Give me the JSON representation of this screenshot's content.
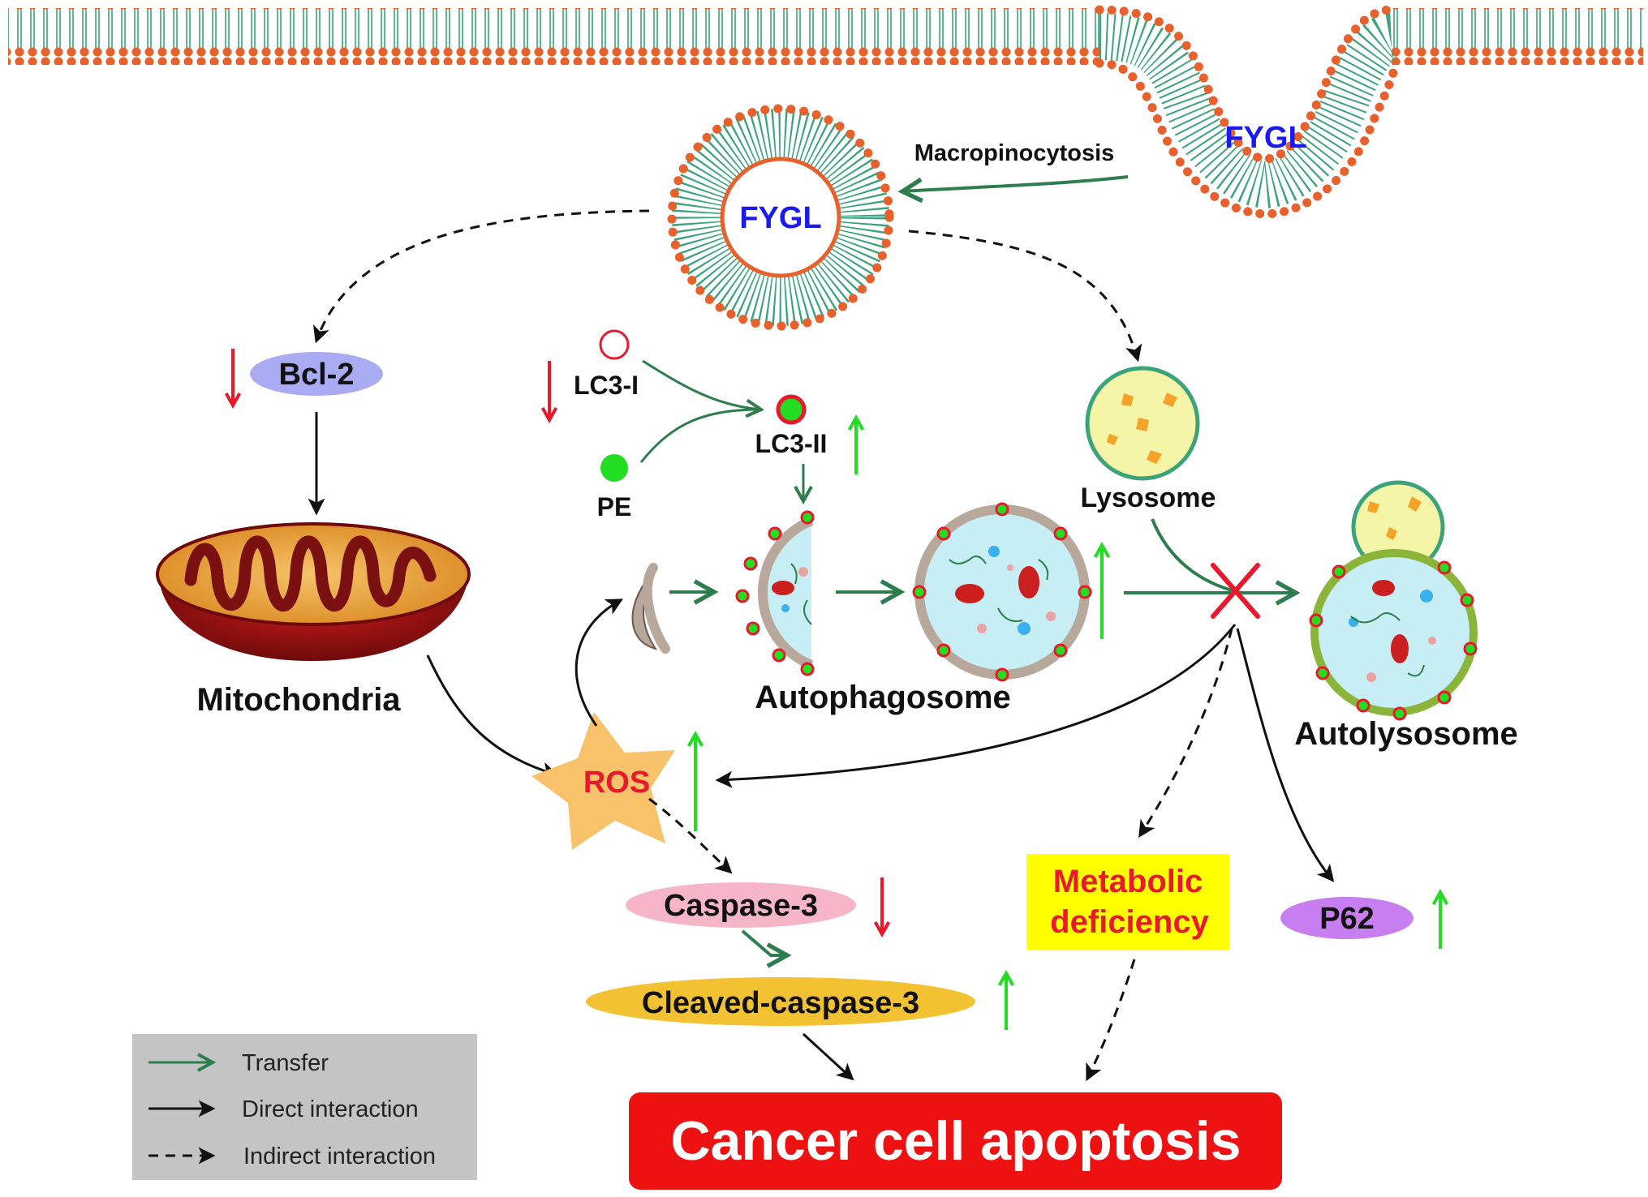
{
  "labels": {
    "macropinocytosis": "Macropinocytosis",
    "fygl_membrane": "FYGL",
    "fygl_vesicle": "FYGL",
    "bcl2": "Bcl-2",
    "mitochondria": "Mitochondria",
    "lc3i": "LC3-I",
    "lc3ii": "LC3-II",
    "pe": "PE",
    "autophagosome": "Autophagosome",
    "lysosome": "Lysosome",
    "autolysosome": "Autolysosome",
    "ros": "ROS",
    "caspase3": "Caspase-3",
    "cleaved_caspase3": "Cleaved-caspase-3",
    "metabolic_line1": "Metabolic",
    "metabolic_line2": "deficiency",
    "p62": "P62",
    "apoptosis": "Cancer cell apoptosis"
  },
  "legend": {
    "transfer": "Transfer",
    "direct": "Direct interaction",
    "indirect": "Indirect interaction"
  },
  "colors": {
    "transfer": "#2e7d4f",
    "direct": "#111111",
    "membrane_head": "#e8602c",
    "membrane_tail": "#3aa37a",
    "up": "#22dd22",
    "down": "#e8192c",
    "fygl_text": "#1a1aee",
    "bcl2": "#a9acf2",
    "caspase3": "#f7b6c8",
    "cleaved": "#f2c232",
    "metabolic_bg": "#ffff00",
    "metabolic_text": "#e8192c",
    "p62": "#c77ef0",
    "apoptosis_bg": "#ee1111",
    "ros": "#f7c26a",
    "ros_text": "#e8192c"
  }
}
